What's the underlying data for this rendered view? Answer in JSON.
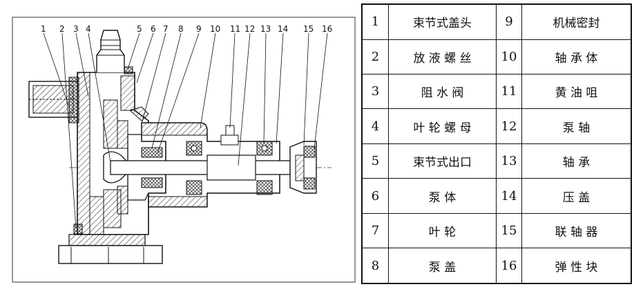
{
  "callouts": [
    "1",
    "2",
    "3",
    "4",
    "5",
    "6",
    "7",
    "8",
    "9",
    "10",
    "11",
    "12",
    "13",
    "14",
    "15",
    "16"
  ],
  "parts": [
    {
      "num": "1",
      "name": "束节式盖头"
    },
    {
      "num": "2",
      "name": "放 液 螺 丝"
    },
    {
      "num": "3",
      "name": "阻  水  阀"
    },
    {
      "num": "4",
      "name": "叶 轮 螺 母"
    },
    {
      "num": "5",
      "name": "束节式出口"
    },
    {
      "num": "6",
      "name": "泵          体"
    },
    {
      "num": "7",
      "name": "叶          轮"
    },
    {
      "num": "8",
      "name": "泵          盖"
    },
    {
      "num": "9",
      "name": "机械密封"
    },
    {
      "num": "10",
      "name": "轴  承  体"
    },
    {
      "num": "11",
      "name": "黄  油  咀"
    },
    {
      "num": "12",
      "name": "泵      轴"
    },
    {
      "num": "13",
      "name": "轴      承"
    },
    {
      "num": "14",
      "name": "压      盖"
    },
    {
      "num": "15",
      "name": "联  轴  器"
    },
    {
      "num": "16",
      "name": "弹  性  块"
    }
  ]
}
